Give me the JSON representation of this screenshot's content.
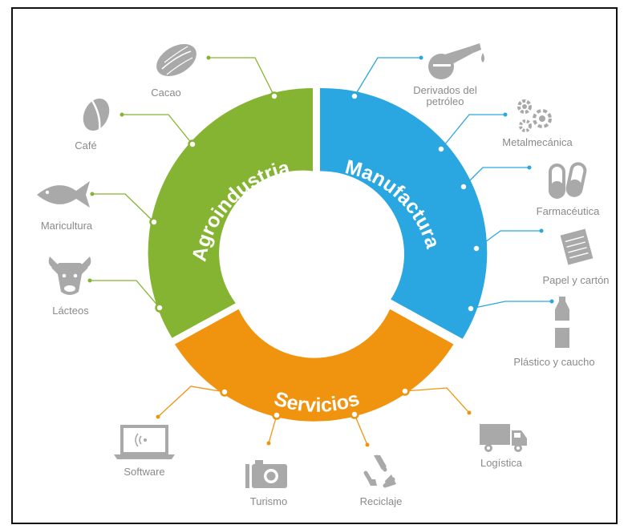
{
  "colors": {
    "agro": "#84b431",
    "manu": "#2aa6e0",
    "serv": "#f0930f",
    "icon": "#a9a9a9",
    "label": "#8a8a8a"
  },
  "segments": {
    "agro": "Agroindustria",
    "manu": "Manufactura",
    "serv": "Servicios"
  },
  "agro_items": {
    "cacao": "Cacao",
    "cafe": "Café",
    "maricultura": "Maricultura",
    "lacteos": "Lácteos"
  },
  "manu_items": {
    "derivados_1": "Derivados del",
    "derivados_2": "petróleo",
    "metal": "Metalmecánica",
    "farma": "Farmacéutica",
    "papel": "Papel y cartón",
    "plastico": "Plástico y caucho"
  },
  "serv_items": {
    "software": "Software",
    "turismo": "Turismo",
    "reciclaje": "Reciclaje",
    "logistica": "Logística"
  }
}
